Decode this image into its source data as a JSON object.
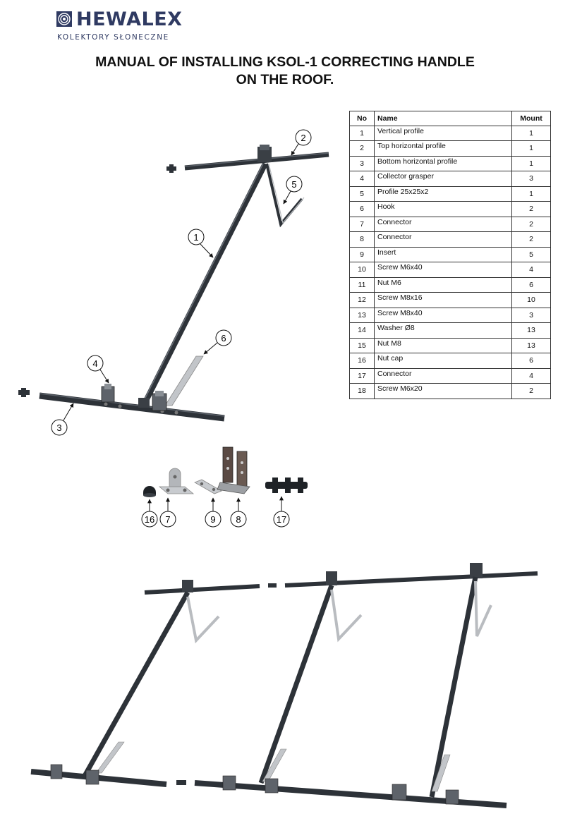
{
  "brand": {
    "name": "HEWALEX",
    "tagline": "KOLEKTORY SŁONECZNE"
  },
  "title": {
    "line1": "MANUAL OF INSTALLING KSOL-1 CORRECTING HANDLE",
    "line2": "ON THE ROOF."
  },
  "table": {
    "headers": {
      "no": "No",
      "name": "Name",
      "mount": "Mount"
    },
    "rows": [
      {
        "no": "1",
        "name": "Vertical profile",
        "mount": "1"
      },
      {
        "no": "2",
        "name": "Top horizontal profile",
        "mount": "1"
      },
      {
        "no": "3",
        "name": "Bottom horizontal profile",
        "mount": "1"
      },
      {
        "no": "4",
        "name": "Collector grasper",
        "mount": "3"
      },
      {
        "no": "5",
        "name": "Profile 25x25x2",
        "mount": "1"
      },
      {
        "no": "6",
        "name": "Hook",
        "mount": "2"
      },
      {
        "no": "7",
        "name": "Connector",
        "mount": "2"
      },
      {
        "no": "8",
        "name": "Connector",
        "mount": "2"
      },
      {
        "no": "9",
        "name": "Insert",
        "mount": "5"
      },
      {
        "no": "10",
        "name": "Screw  M6x40",
        "mount": "4"
      },
      {
        "no": "11",
        "name": " Nut M6",
        "mount": "6"
      },
      {
        "no": "12",
        "name": "Screw  M8x16",
        "mount": "10"
      },
      {
        "no": "13",
        "name": "Screw  M8x40",
        "mount": "3"
      },
      {
        "no": "14",
        "name": "Washer Ø8",
        "mount": "13"
      },
      {
        "no": "15",
        "name": "Nut M8",
        "mount": "13"
      },
      {
        "no": "16",
        "name": "Nut cap",
        "mount": "6"
      },
      {
        "no": "17",
        "name": "Connector",
        "mount": "4"
      },
      {
        "no": "18",
        "name": "Screw  M6x20",
        "mount": "2"
      }
    ]
  },
  "callouts": {
    "c1": "1",
    "c2": "2",
    "c3": "3",
    "c4": "4",
    "c5": "5",
    "c6": "6",
    "c16": "16",
    "c7": "7",
    "c9": "9",
    "c8": "8",
    "c17": "17"
  },
  "colors": {
    "brand": "#2f3a62",
    "profile": "#2d3238",
    "metal": "#b9bcc0"
  }
}
